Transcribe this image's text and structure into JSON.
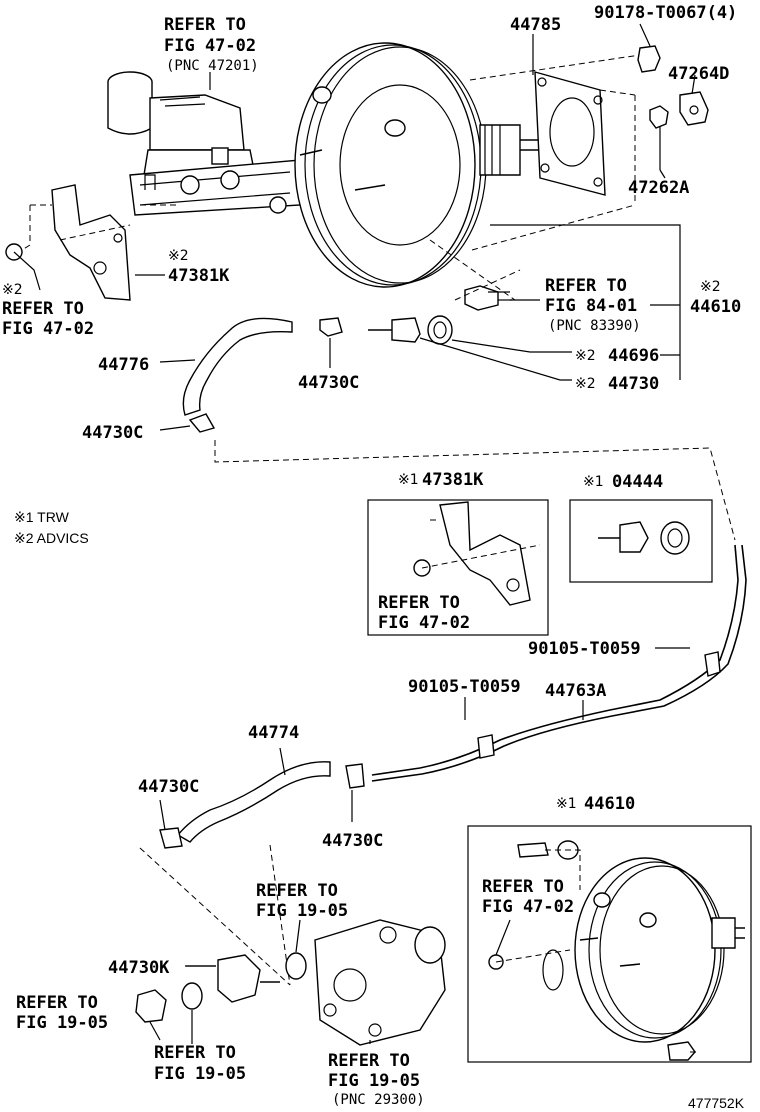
{
  "notes": {
    "trw": "※1 TRW",
    "advics": "※2 ADVICS"
  },
  "labels": {
    "refer_47_02_top_a": "REFER TO",
    "refer_47_02_top_b": "FIG 47-02",
    "refer_47_02_top_c": "(PNC 47201)",
    "p44785": "44785",
    "p90178": "90178-T0067(4)",
    "p47264D": "47264D",
    "p47262A": "47262A",
    "mark2_left": "※2",
    "refer_47_02_left_a": "REFER TO",
    "refer_47_02_left_b": "FIG 47-02",
    "mark2_47381K": "※2",
    "p47381K": "47381K",
    "refer_84_01_a": "REFER TO",
    "refer_84_01_b": "FIG 84-01",
    "refer_84_01_c": "(PNC 83390)",
    "mark2_44610": "※2",
    "p44610": "44610",
    "p44776": "44776",
    "p44730C_mid": "44730C",
    "mark2_44696": "※2",
    "p44696": "44696",
    "mark2_44730": "※2",
    "p44730": "44730",
    "p44730C_left": "44730C",
    "inset1_title_mark": "※1",
    "inset1_title": "47381K",
    "inset1_refer_a": "REFER TO",
    "inset1_refer_b": "FIG 47-02",
    "inset2_title_mark": "※1",
    "inset2_title": "04444",
    "p90105_a": "90105-T0059",
    "p90105_b": "90105-T0059",
    "p44763A": "44763A",
    "p44774": "44774",
    "p44730C_low_left": "44730C",
    "p44730C_low_mid": "44730C",
    "inset3_title_mark": "※1",
    "inset3_title": "44610",
    "inset3_refer_a": "REFER TO",
    "inset3_refer_b": "FIG 47-02",
    "refer_19_05_top_a": "REFER TO",
    "refer_19_05_top_b": "FIG 19-05",
    "p44730K": "44730K",
    "refer_19_05_left_a": "REFER TO",
    "refer_19_05_left_b": "FIG 19-05",
    "refer_19_05_mid_a": "REFER TO",
    "refer_19_05_mid_b": "FIG 19-05",
    "refer_19_05_pump_a": "REFER TO",
    "refer_19_05_pump_b": "FIG 19-05",
    "refer_19_05_pump_c": "(PNC 29300)",
    "diagram_id": "477752K"
  }
}
